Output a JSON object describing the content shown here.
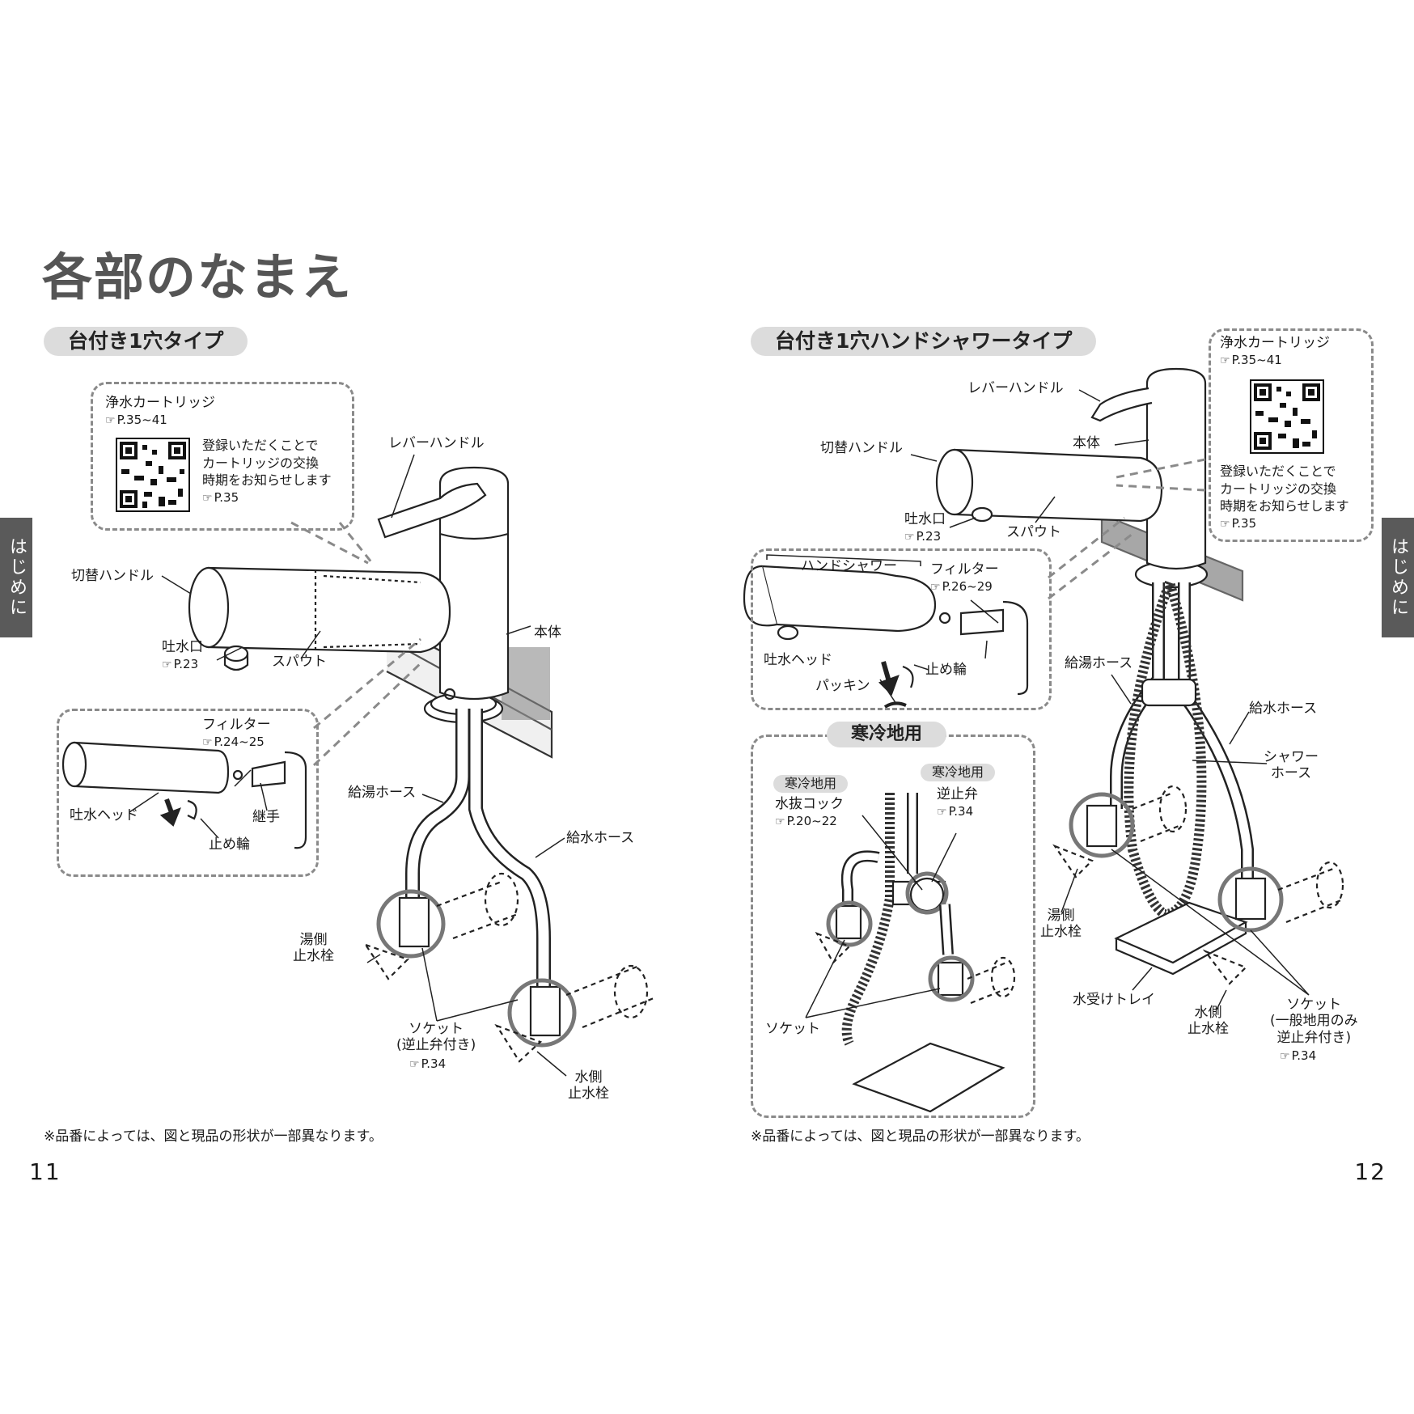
{
  "title": "各部のなまえ",
  "side_tab": "はじめに",
  "note": "※品番によっては、図と現品の形状が一部異なります。",
  "hand_icon": "pointing-hand-icon",
  "left": {
    "page_number": "11",
    "section": "台付き1穴タイプ",
    "cartridge": {
      "title": "浄水カートリッジ",
      "ref": "P.35~41",
      "line1": "登録いただくことで",
      "line2": "カートリッジの交換",
      "line3": "時期をお知らせします",
      "ref2": "P.35"
    },
    "labels": {
      "lever_handle": "レバーハンドル",
      "switch_handle": "切替ハンドル",
      "body": "本体",
      "outlet": "吐水口",
      "outlet_ref": "P.23",
      "spout": "スパウト",
      "filter": "フィルター",
      "filter_ref": "P.24~25",
      "head": "吐水ヘッド",
      "joint": "継手",
      "stop_ring": "止め輪",
      "hot_hose": "給湯ホース",
      "cold_hose": "給水ホース",
      "hot_valve_1": "湯側",
      "hot_valve_2": "止水栓",
      "socket": "ソケット",
      "socket_sub": "(逆止弁付き)",
      "socket_ref": "P.34",
      "cold_valve_1": "水側",
      "cold_valve_2": "止水栓"
    }
  },
  "right": {
    "page_number": "12",
    "section": "台付き1穴ハンドシャワータイプ",
    "cartridge": {
      "title": "浄水カートリッジ",
      "ref": "P.35~41",
      "line1": "登録いただくことで",
      "line2": "カートリッジの交換",
      "line3": "時期をお知らせします",
      "ref2": "P.35"
    },
    "labels": {
      "lever_handle": "レバーハンドル",
      "switch_handle": "切替ハンドル",
      "body": "本体",
      "outlet": "吐水口",
      "outlet_ref": "P.23",
      "spout": "スパウト",
      "hand_shower": "ハンドシャワー",
      "filter": "フィルター",
      "filter_ref": "P.26~29",
      "head": "吐水ヘッド",
      "stop_ring": "止め輪",
      "packing": "パッキン",
      "hot_hose": "給湯ホース",
      "cold_hose": "給水ホース",
      "shower_hose_1": "シャワー",
      "shower_hose_2": "ホース",
      "hot_valve_1": "湯側",
      "hot_valve_2": "止水栓",
      "tray": "水受けトレイ",
      "cold_valve_1": "水側",
      "cold_valve_2": "止水栓",
      "socket": "ソケット",
      "socket_sub1": "(一般地用のみ",
      "socket_sub2": "逆止弁付き)",
      "socket_ref": "P.34"
    },
    "cold_region": {
      "title": "寒冷地用",
      "tag1": "寒冷地用",
      "tag2": "寒冷地用",
      "drain_cock": "水抜コック",
      "drain_ref": "P.20~22",
      "check_valve": "逆止弁",
      "check_ref": "P.34",
      "socket": "ソケット"
    }
  }
}
